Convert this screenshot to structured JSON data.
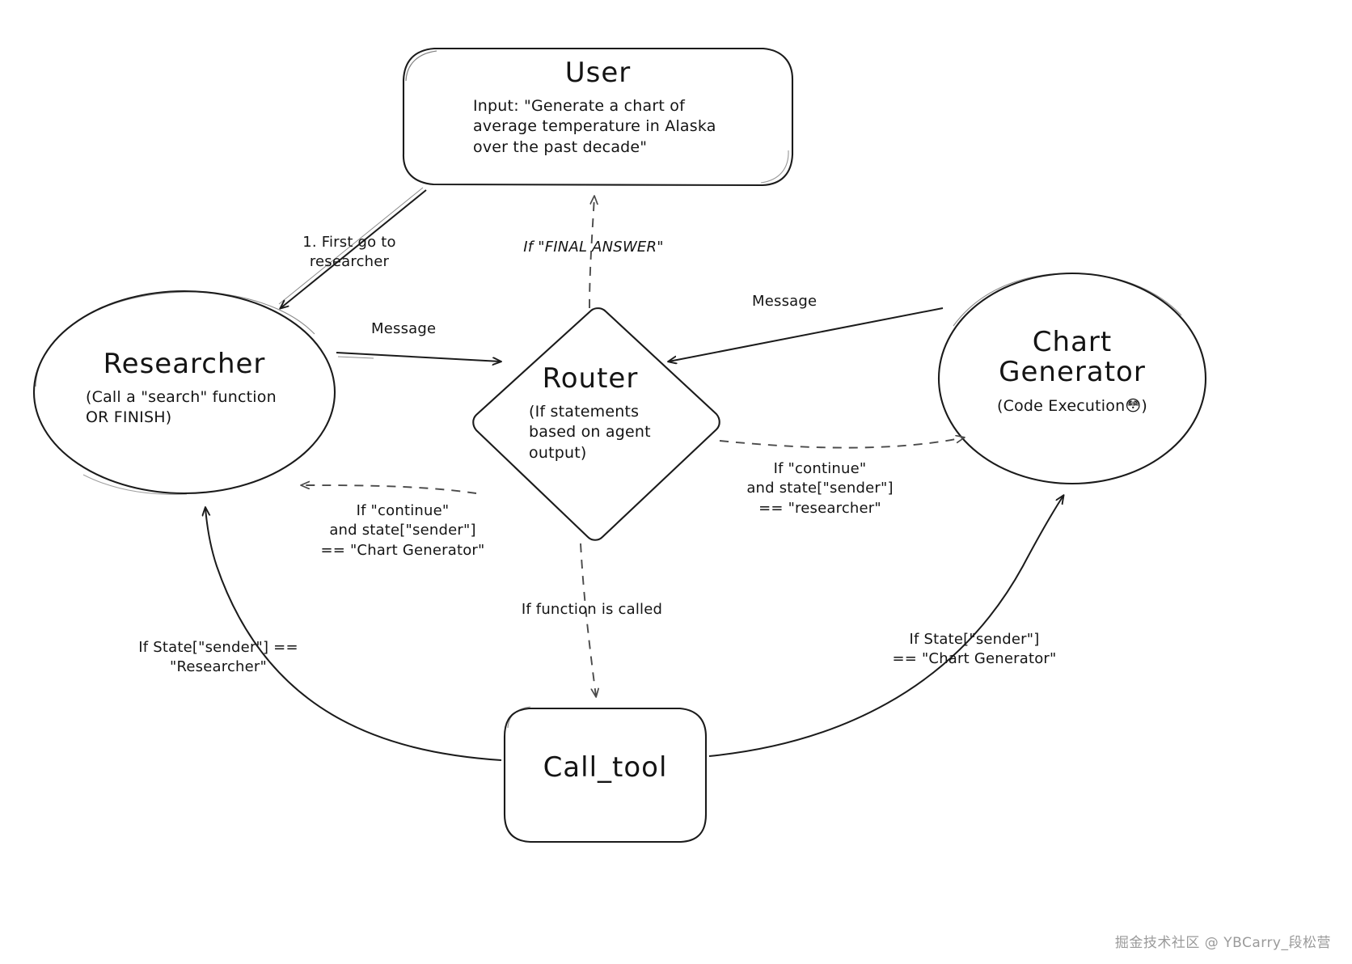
{
  "diagram": {
    "title_semantic": "multi-agent-langgraph-flow",
    "background_color": "#ffffff",
    "stroke_color": "#1b1b1b"
  },
  "nodes": {
    "user": {
      "title": "User",
      "subtitle": "Input: \"Generate a chart of\naverage temperature in Alaska\nover the past decade\"",
      "shape": "rounded-rectangle"
    },
    "researcher": {
      "title": "Researcher",
      "subtitle": "(Call a \"search\" function\nOR FINISH)",
      "shape": "ellipse"
    },
    "router": {
      "title": "Router",
      "subtitle": "(If statements\nbased on agent\noutput)",
      "shape": "diamond"
    },
    "chart_generator": {
      "title_line1": "Chart",
      "title_line2": "Generator",
      "subtitle_prefix": "(Code Execution",
      "subtitle_emoji": "😳",
      "subtitle_suffix": ")",
      "shape": "ellipse"
    },
    "call_tool": {
      "title": "Call_tool",
      "shape": "rounded-rectangle"
    }
  },
  "edges": [
    {
      "id": "user-to-researcher",
      "label": "1. First go to\nresearcher",
      "from": "user",
      "to": "researcher",
      "style": "solid"
    },
    {
      "id": "researcher-to-router",
      "label": "Message",
      "from": "researcher",
      "to": "router",
      "style": "solid"
    },
    {
      "id": "chartgen-to-router",
      "label": "Message",
      "from": "chart_generator",
      "to": "router",
      "style": "solid"
    },
    {
      "id": "router-to-user",
      "label": "If \"FINAL ANSWER\"",
      "from": "router",
      "to": "user",
      "style": "dashed"
    },
    {
      "id": "router-to-researcher",
      "label": "If \"continue\"\nand state[\"sender\"]\n== \"Chart Generator\"",
      "from": "router",
      "to": "researcher",
      "style": "dashed"
    },
    {
      "id": "router-to-chartgen",
      "label": "If \"continue\"\nand state[\"sender\"]\n== \"researcher\"",
      "from": "router",
      "to": "chart_generator",
      "style": "dashed"
    },
    {
      "id": "router-to-calltool",
      "label": "If function is called",
      "from": "router",
      "to": "call_tool",
      "style": "dashed"
    },
    {
      "id": "calltool-to-researcher",
      "label": "If State[\"sender\"] ==\n\"Researcher\"",
      "from": "call_tool",
      "to": "researcher",
      "style": "solid"
    },
    {
      "id": "calltool-to-chartgen",
      "label": "If State[\"sender\"]\n== \"Chart Generator\"",
      "from": "call_tool",
      "to": "chart_generator",
      "style": "solid"
    }
  ],
  "watermark": {
    "text": "掘金技术社区 @ YBCarry_段松营"
  }
}
